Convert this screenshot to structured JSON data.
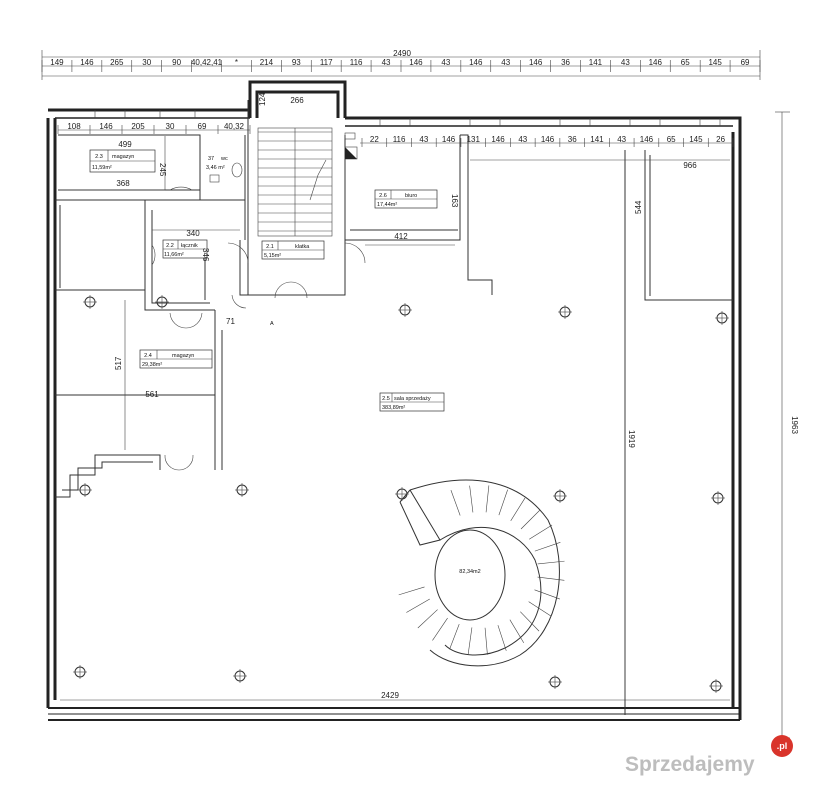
{
  "top_overall_dim": "2490",
  "top_dims": [
    "149",
    "146",
    "265",
    "30",
    "90",
    "40,42,41",
    "*",
    "214",
    "93",
    "117",
    "116",
    "43",
    "146",
    "43",
    "146",
    "43",
    "146",
    "36",
    "141",
    "43",
    "146",
    "65",
    "145",
    "69"
  ],
  "inner_top_dims_left": [
    "108",
    "146",
    "205",
    "30",
    "69",
    "40,32"
  ],
  "inner_top_dims_right": [
    "22",
    "116",
    "43",
    "146",
    "131",
    "146",
    "43",
    "146",
    "36",
    "141",
    "43",
    "146",
    "65",
    "145",
    "26"
  ],
  "right_overall_dim": "1963",
  "bottom_overall_dim": "2429",
  "rooms": [
    {
      "id": "magazyn-1",
      "num": "2.3",
      "name": "magazyn",
      "area": "11,59m²"
    },
    {
      "id": "wc",
      "num": "37",
      "name": "wc",
      "area": "3,46 m²"
    },
    {
      "id": "lacznik",
      "num": "2.2",
      "name": "łącznik",
      "area": "11,66m²"
    },
    {
      "id": "klatka",
      "num": "2.1",
      "name": "klatka",
      "area": "5,15m²"
    },
    {
      "id": "biuro",
      "num": "2.6",
      "name": "biuro",
      "area": "17,44m²"
    },
    {
      "id": "magazyn-2",
      "num": "2.4",
      "name": "magazyn",
      "area": "29,38m²"
    },
    {
      "id": "sala",
      "num": "2.5",
      "name": "sala sprzedaży",
      "area": "383,89m²"
    }
  ],
  "inner_dims": {
    "d499": "499",
    "d245": "245",
    "d368": "368",
    "d340": "340",
    "d346": "346",
    "d266": "266",
    "d124": "124",
    "d412": "412",
    "d163": "163",
    "d966": "966",
    "d544": "544",
    "d517": "517",
    "d561": "561",
    "d71": "71",
    "d1919": "1919",
    "dA": "A"
  },
  "stair_area": "82,34m2",
  "watermark": {
    "text": "Sprzedajemy",
    "badge": ".pl"
  }
}
